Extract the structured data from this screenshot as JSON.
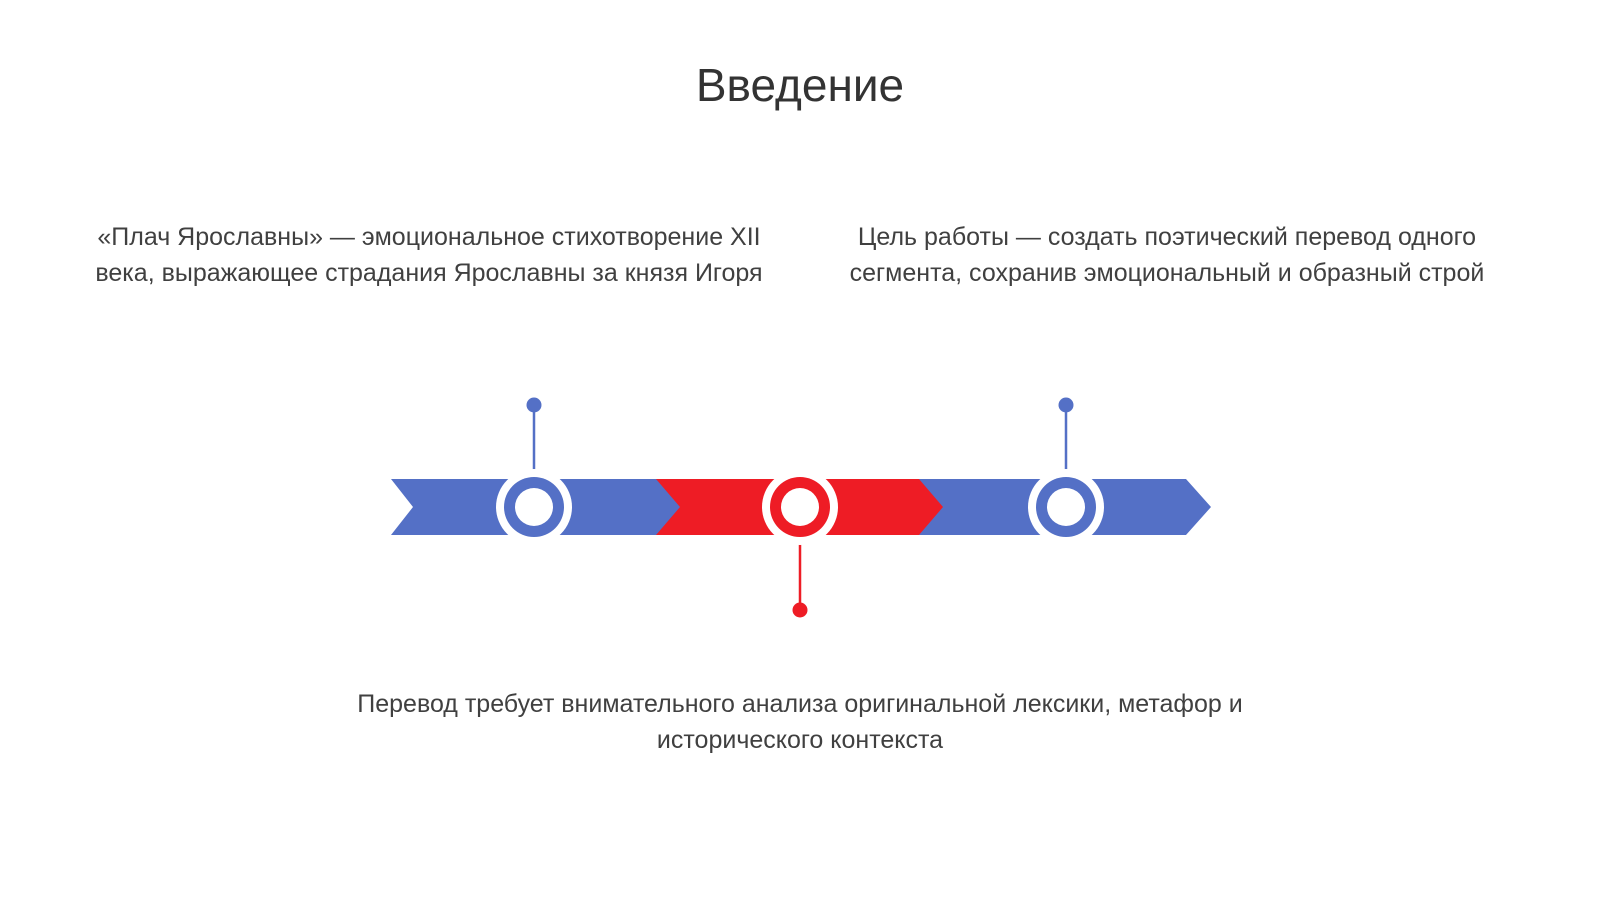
{
  "slide": {
    "title": "Введение"
  },
  "points": {
    "left": "«Плач Ярославны» — эмоциональное стихотворение XII века, выражающее страдания Ярославны за князя Игоря",
    "right": "Цель работы — создать поэтический перевод одного сегмента, сохранив эмоциональный и образный строй",
    "bottom": "Перевод требует внимательного анализа оригинальной лексики, метафор и исторического контекста"
  },
  "colors": {
    "blue": "#5470c6",
    "red": "#ee1c25",
    "text": "#404040"
  }
}
